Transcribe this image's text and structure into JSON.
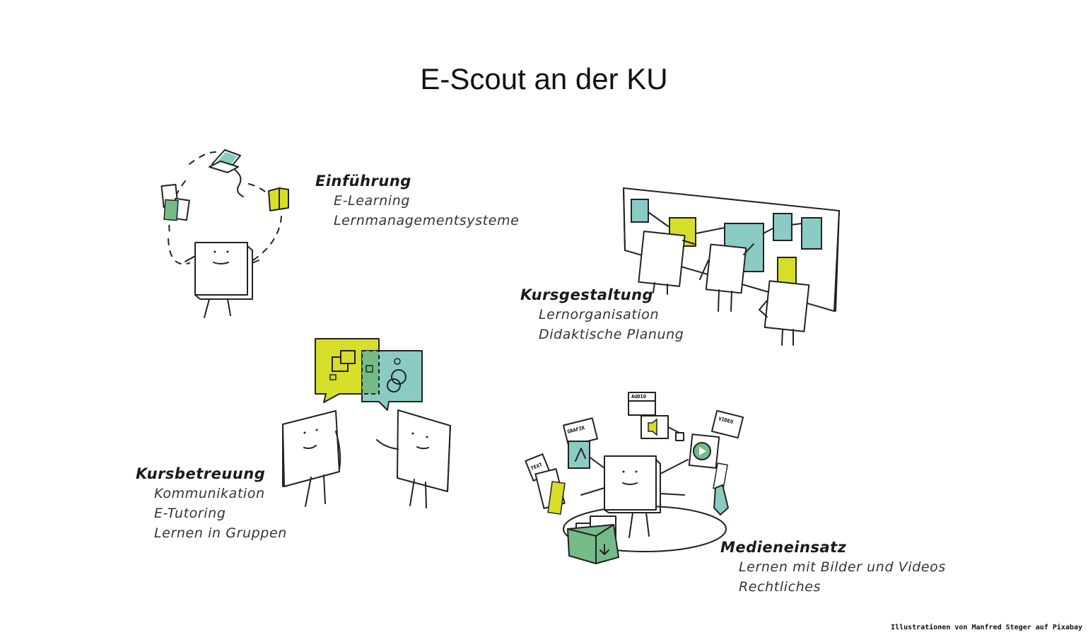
{
  "page": {
    "title": "E-Scout an der KU"
  },
  "sections": [
    {
      "key": "einfuehrung",
      "heading": "Einführung",
      "items": [
        "E-Learning",
        "Lernmanagementsysteme"
      ]
    },
    {
      "key": "kursgestaltung",
      "heading": "Kursgestaltung",
      "items": [
        "Lernorganisation",
        "Didaktische Planung"
      ]
    },
    {
      "key": "kursbetreuung",
      "heading": "Kursbetreuung",
      "items": [
        "Kommunikation",
        "E-Tutoring",
        "Lernen in Gruppen"
      ]
    },
    {
      "key": "medieneinsatz",
      "heading": "Medieneinsatz",
      "items": [
        "Lernen mit Bilder und Videos",
        "Rechtliches"
      ]
    }
  ],
  "media_tags": {
    "text": "TEXT",
    "grafik": "GRAFIK",
    "audio": "AUDIO",
    "video": "VIDEO"
  },
  "credit": "Illustrationen von Manfred Steger auf Pixabay",
  "colors": {
    "yellow": "#d6de2a",
    "teal": "#8ccbc5",
    "green": "#74bb88",
    "ink": "#222222"
  }
}
